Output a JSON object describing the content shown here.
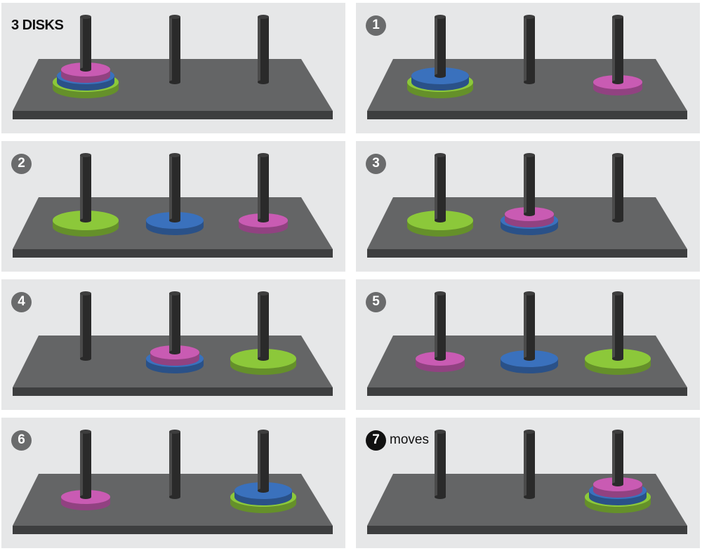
{
  "disk_colors": {
    "small": "#c95bb3",
    "medium": "#3a71bd",
    "large": "#8cc83a"
  },
  "frames": [
    {
      "title": "3 DISKS",
      "pegs": [
        [
          "large",
          "medium",
          "small"
        ],
        [],
        []
      ]
    },
    {
      "step": "1",
      "pegs": [
        [
          "large",
          "medium"
        ],
        [],
        [
          "small"
        ]
      ]
    },
    {
      "step": "2",
      "pegs": [
        [
          "large"
        ],
        [
          "medium"
        ],
        [
          "small"
        ]
      ]
    },
    {
      "step": "3",
      "pegs": [
        [
          "large"
        ],
        [
          "medium",
          "small"
        ],
        []
      ]
    },
    {
      "step": "4",
      "pegs": [
        [],
        [
          "medium",
          "small"
        ],
        [
          "large"
        ]
      ]
    },
    {
      "step": "5",
      "pegs": [
        [
          "small"
        ],
        [
          "medium"
        ],
        [
          "large"
        ]
      ]
    },
    {
      "step": "6",
      "pegs": [
        [
          "small"
        ],
        [],
        [
          "large",
          "medium"
        ]
      ]
    },
    {
      "step": "7",
      "suffix": "moves",
      "final": true,
      "pegs": [
        [],
        [],
        [
          "large",
          "medium",
          "small"
        ]
      ]
    }
  ]
}
